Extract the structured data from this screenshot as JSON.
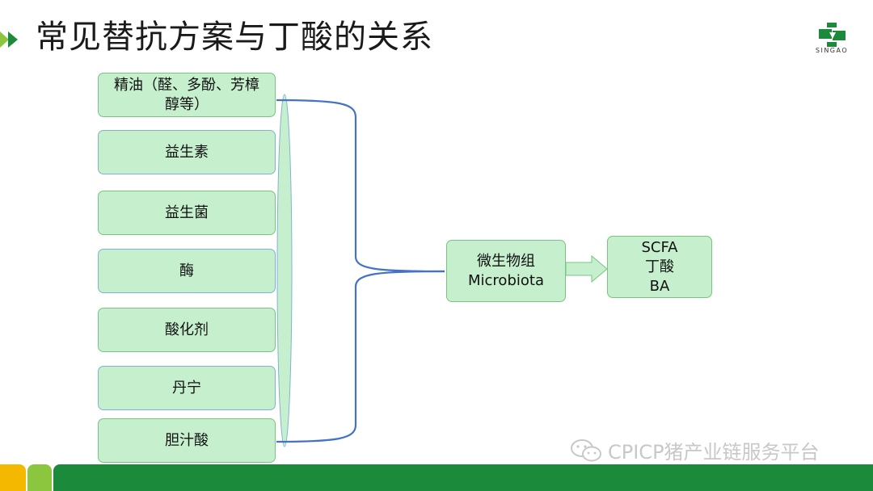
{
  "header": {
    "title": "常见替抗方案与丁酸的关系"
  },
  "logo": {
    "text": "SINGAO",
    "icon": "singao-logo-icon"
  },
  "inputs": [
    {
      "label": "精油（醛、多酚、芳樟醇等）"
    },
    {
      "label": "益生素"
    },
    {
      "label": "益生菌"
    },
    {
      "label": "酶"
    },
    {
      "label": "酸化剂"
    },
    {
      "label": "丹宁"
    },
    {
      "label": "胆汁酸"
    }
  ],
  "microbiota": {
    "line1": "微生物组",
    "line2": "Microbiota"
  },
  "output": {
    "line1": "SCFA",
    "line2": "丁酸",
    "line3": "BA"
  },
  "watermark": {
    "text": "CPICP猪产业链服务平台",
    "icon": "wechat-icon"
  },
  "colors": {
    "box_fill": "#c6efce",
    "box_border": "#7fb3d5",
    "connector": "#4472c4",
    "footer_green": "#1b8a3a",
    "footer_yellow": "#f5b800",
    "footer_lime": "#8cc63e"
  }
}
